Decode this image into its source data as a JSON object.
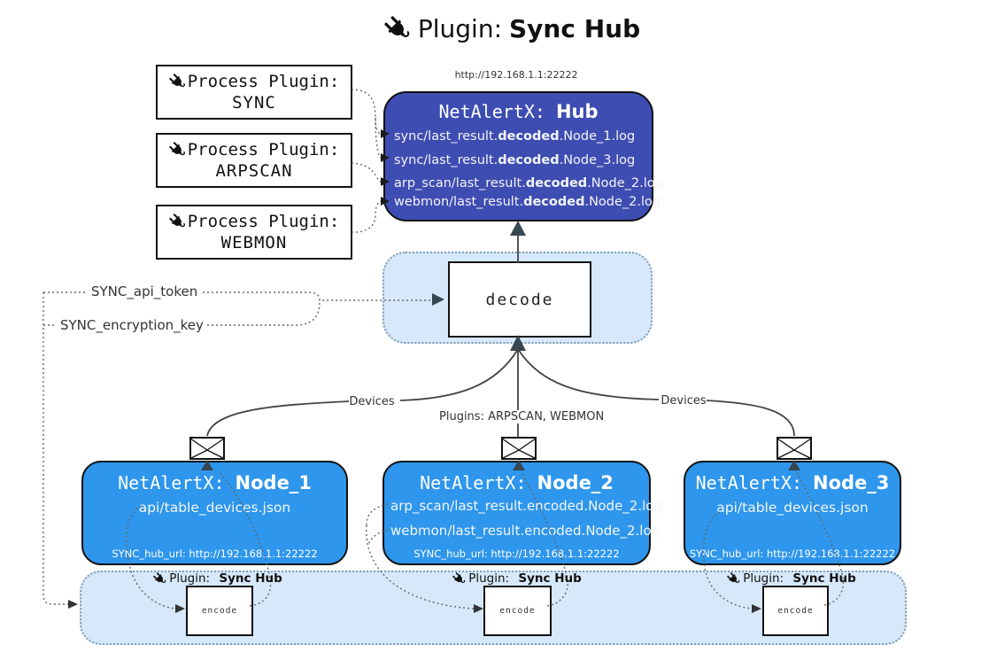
{
  "title": {
    "prefix": "Plugin:",
    "name": "Sync Hub"
  },
  "hub": {
    "url": "http://192.168.1.1:22222",
    "title_prefix": "NetAlertX: ",
    "title_name": "Hub",
    "logs": [
      {
        "pre": "sync/last_result.",
        "bold": "decoded",
        "post": ".Node_1.log"
      },
      {
        "pre": "sync/last_result.",
        "bold": "decoded",
        "post": ".Node_3.log"
      },
      {
        "pre": "arp_scan/last_result.",
        "bold": "decoded",
        "post": ".Node_2.log"
      },
      {
        "pre": "webmon/last_result.",
        "bold": "decoded",
        "post": ".Node_2.log"
      }
    ]
  },
  "process_plugins": [
    {
      "label": "Process Plugin:",
      "name": "SYNC"
    },
    {
      "label": "Process Plugin:",
      "name": "ARPSCAN"
    },
    {
      "label": "Process Plugin:",
      "name": "WEBMON"
    }
  ],
  "decode_box": {
    "label": "decode"
  },
  "secrets": {
    "api_token": "SYNC_api_token",
    "encryption_key": "SYNC_encryption_key"
  },
  "edge_labels": {
    "devices_left": "Devices",
    "plugins_center": "Plugins: ARPSCAN, WEBMON",
    "devices_right": "Devices"
  },
  "nodes": [
    {
      "title_prefix": "NetAlertX: ",
      "title_name": "Node_1",
      "files": [
        "api/table_devices.json"
      ],
      "hub_url": "SYNC_hub_url: http://192.168.1.1:22222"
    },
    {
      "title_prefix": "NetAlertX: ",
      "title_name": "Node_2",
      "files": [
        "arp_scan/last_result.encoded.Node_2.log",
        "webmon/last_result.encoded.Node_2.log"
      ],
      "hub_url": "SYNC_hub_url: http://192.168.1.1:22222"
    },
    {
      "title_prefix": "NetAlertX: ",
      "title_name": "Node_3",
      "files": [
        "api/table_devices.json"
      ],
      "hub_url": "SYNC_hub_url: http://192.168.1.1:22222"
    }
  ],
  "encoders": [
    {
      "label_prefix": "Plugin:",
      "label_name": "Sync Hub",
      "box_label": "encode"
    },
    {
      "label_prefix": "Plugin:",
      "label_name": "Sync Hub",
      "box_label": "encode"
    },
    {
      "label_prefix": "Plugin:",
      "label_name": "Sync Hub",
      "box_label": "encode"
    }
  ],
  "colors": {
    "hub_fill": "#3E4DB2",
    "node_fill": "#2E96EC",
    "container_fill": "#D6E8F9",
    "arrow_dark": "#37474F",
    "solid_line": "#444444",
    "dotted_line": "#666666"
  }
}
